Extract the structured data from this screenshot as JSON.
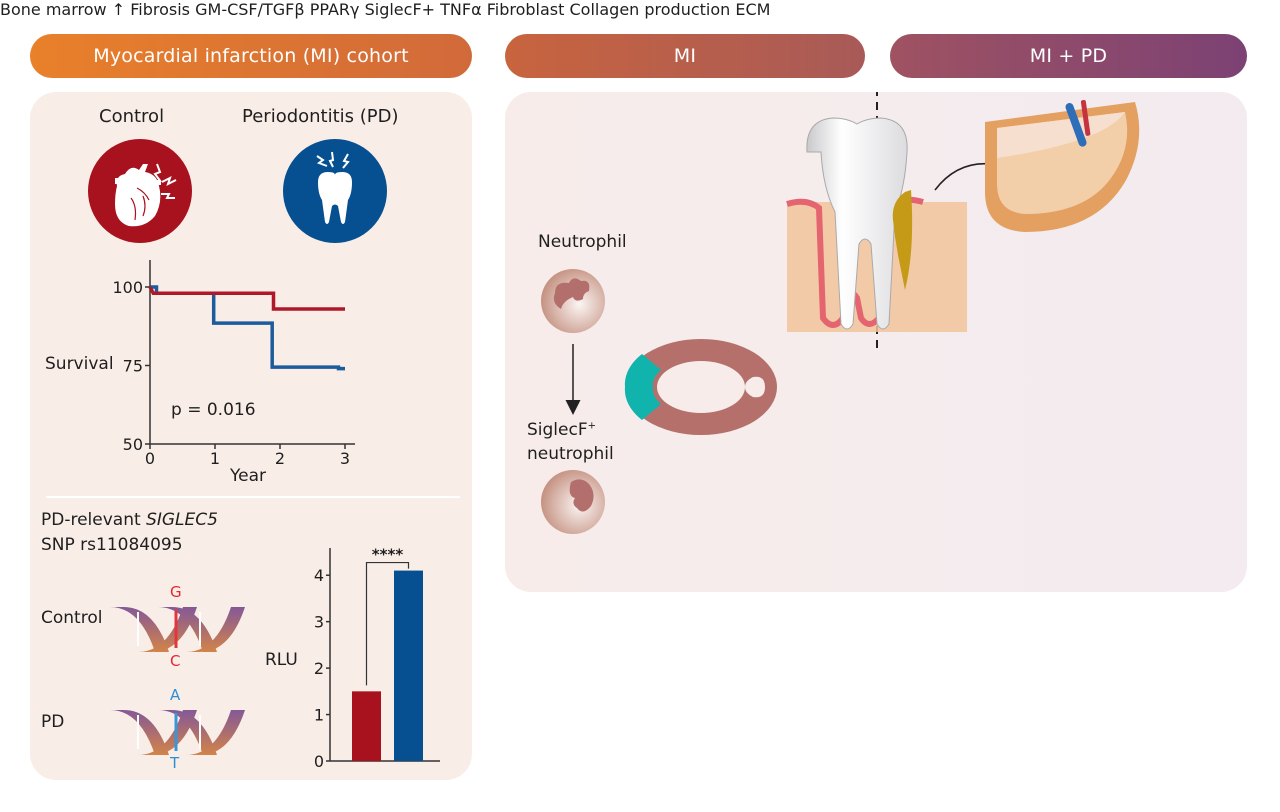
{
  "headers": {
    "cohort": "Myocardial infarction (MI) cohort",
    "mi": "MI",
    "mi_pd": "MI + PD"
  },
  "cohort_panel": {
    "groups": [
      {
        "label": "Control",
        "icon": "heart-icon",
        "color": "#a8121f"
      },
      {
        "label": "Periodontitis (PD)",
        "icon": "tooth-icon",
        "color": "#064f91"
      }
    ],
    "snp_title_prefix": "PD-relevant ",
    "snp_title_gene": "SIGLEC5",
    "snp_id": "SNP rs11084095",
    "dna_rows": [
      {
        "label": "Control",
        "top_base": "G",
        "bottom_base": "C",
        "base_color": "#e3262f"
      },
      {
        "label": "PD",
        "top_base": "A",
        "bottom_base": "T",
        "base_color": "#2b8fd6"
      }
    ]
  },
  "chart_data": [
    {
      "type": "line",
      "title": "",
      "xlabel": "Year",
      "ylabel": "Survival",
      "xlim": [
        0,
        3
      ],
      "ylim": [
        50,
        100
      ],
      "xticks": [
        0,
        1,
        2,
        3
      ],
      "yticks": [
        50,
        75,
        100
      ],
      "annotation": "p = 0.016",
      "step": true,
      "series": [
        {
          "name": "Control",
          "color": "#b0172a",
          "points": [
            [
              0,
              100
            ],
            [
              0.05,
              98
            ],
            [
              1.9,
              98
            ],
            [
              1.9,
              93
            ],
            [
              3,
              93
            ]
          ]
        },
        {
          "name": "Periodontitis (PD)",
          "color": "#1c5c9c",
          "points": [
            [
              0,
              100
            ],
            [
              0.1,
              100
            ],
            [
              0.1,
              98
            ],
            [
              0.98,
              98
            ],
            [
              0.98,
              88.5
            ],
            [
              1.88,
              88.5
            ],
            [
              1.88,
              74.5
            ],
            [
              2.9,
              74.5
            ],
            [
              2.9,
              74
            ],
            [
              3,
              74
            ]
          ]
        }
      ]
    },
    {
      "type": "bar",
      "title": "",
      "xlabel": "",
      "ylabel": "RLU",
      "ylim": [
        0,
        4.5
      ],
      "yticks": [
        0,
        1,
        2,
        3,
        4
      ],
      "categories": [
        "Control",
        "PD"
      ],
      "values": [
        1.5,
        4.1
      ],
      "colors": [
        "#a8121f",
        "#064f91"
      ],
      "significance": "****"
    }
  ],
  "mechanism": {
    "neutrophil": "Neutrophil",
    "siglecf_neutrophil_line1": "SiglecF",
    "siglecf_sup": "+",
    "siglecf_neutrophil_line2": "neutrophil",
    "fibrosis": "Fibrosis",
    "bone_marrow_line1": "Bone",
    "bone_marrow_line2": "marrow",
    "colors": {
      "heart_wall": "#b5706b",
      "fibrosis_scar": "#11b3ad",
      "neutrophil_mi": "#c79a8c",
      "neutrophil_pd": "#b778b8"
    }
  },
  "callout": {
    "stimulus": "GM-CSF/TGFβ",
    "gene": "PPARγ",
    "siglecf": "SiglecF",
    "siglecf_sup": "+",
    "fibroblast": "Fibroblast",
    "tnf": "TNFα",
    "ecm": "ECM",
    "collagen": "Collagen production"
  }
}
